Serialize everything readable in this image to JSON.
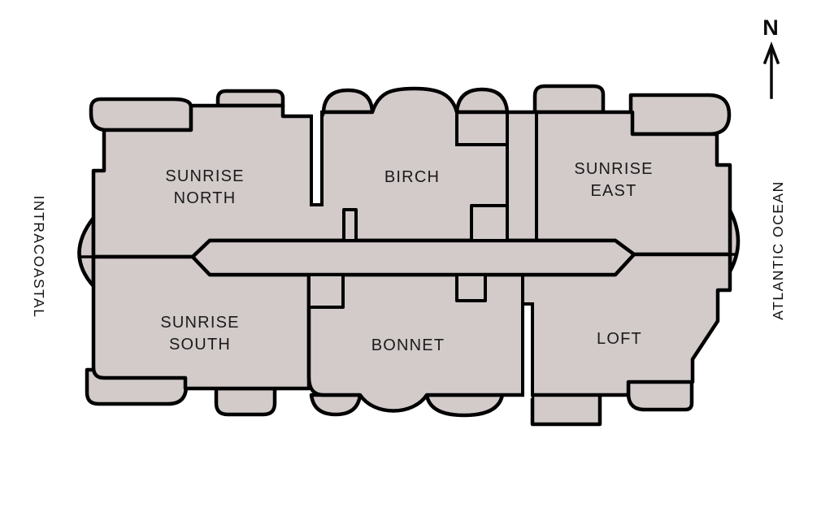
{
  "plan": {
    "fill": "#d2cbca",
    "outline": "#000000",
    "units": [
      {
        "id": "sunrise-north",
        "line1": "SUNRISE",
        "line2": "NORTH"
      },
      {
        "id": "birch",
        "line1": "BIRCH",
        "line2": ""
      },
      {
        "id": "sunrise-east",
        "line1": "SUNRISE",
        "line2": "EAST"
      },
      {
        "id": "sunrise-south",
        "line1": "SUNRISE",
        "line2": "SOUTH"
      },
      {
        "id": "bonnet",
        "line1": "BONNET",
        "line2": ""
      },
      {
        "id": "loft",
        "line1": "LOFT",
        "line2": ""
      }
    ],
    "west_label": "INTRACOASTAL",
    "east_label": "ATLANTIC OCEAN",
    "compass_letter": "N"
  }
}
